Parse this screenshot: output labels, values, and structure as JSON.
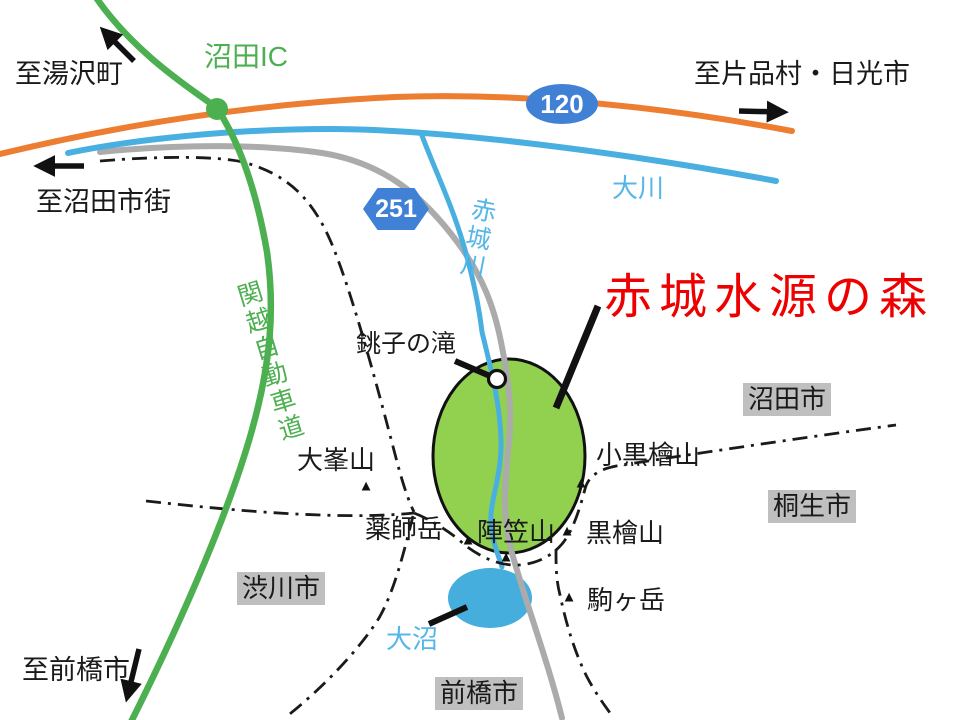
{
  "map_title": {
    "label": "赤城水源の森",
    "color": "#EE0000"
  },
  "expressway": {
    "name": "関越自動車道",
    "interchange": "沼田IC",
    "color": "#4CAF50"
  },
  "routes": {
    "route_120": {
      "number": "120",
      "road_color": "#ED7D31",
      "badge_color": "#4080D5",
      "badge_shape": "oval"
    },
    "route_251": {
      "number": "251",
      "road_color": "#ABABAB",
      "badge_color": "#4080D5",
      "badge_shape": "hexagon"
    }
  },
  "rivers": {
    "okawa": {
      "name": "大川"
    },
    "akagi_gawa": {
      "name": "赤城川"
    },
    "color": "#49AFE0"
  },
  "lake_onuma": {
    "name": "大沼",
    "fill": "#45AEDD"
  },
  "forest_area": {
    "fill": "#92D050",
    "outline": "#111111"
  },
  "waterfall": {
    "name": "銚子の滝",
    "marker": "white-circle"
  },
  "destinations": {
    "yuzawa": {
      "label": "至湯沢町",
      "direction": "northwest"
    },
    "katashina_nikko": {
      "label": "至片品村・日光市",
      "direction": "east"
    },
    "numata_center": {
      "label": "至沼田市街",
      "direction": "west"
    },
    "maebashi": {
      "label": "至前橋市",
      "direction": "south"
    }
  },
  "cities": {
    "label_bg": "#BFBFBF",
    "numata": "沼田市",
    "kiryu": "桐生市",
    "shibukawa": "渋川市",
    "maebashi": "前橋市"
  },
  "mountains": {
    "marker": "▲",
    "omine": "大峯山",
    "kokurobi": "小黒檜山",
    "yakushi": "薬師岳",
    "jingasa": "陣笠山",
    "kurobi": "黒檜山",
    "komagatake": "駒ヶ岳"
  }
}
